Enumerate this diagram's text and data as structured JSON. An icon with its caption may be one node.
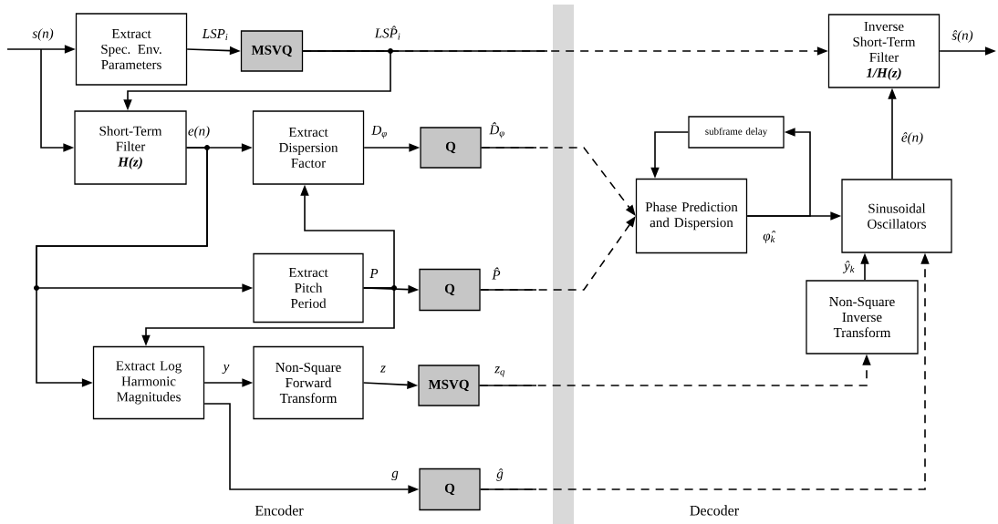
{
  "diagram": {
    "nodes": [
      {
        "text": [
          "Extract Spec. Env. Parameters"
        ]
      },
      {
        "text": [
          "MSVQ"
        ]
      },
      {
        "text": [
          "Short-Term Filter",
          "H(z)"
        ]
      },
      {
        "text": [
          "Extract Dispersion Factor"
        ]
      },
      {
        "text": [
          "Q"
        ]
      },
      {
        "text": [
          "Extract Pitch Period"
        ]
      },
      {
        "text": [
          "Q"
        ]
      },
      {
        "text": [
          "Extract Log Harmonic Magnitudes"
        ]
      },
      {
        "text": [
          "Non-Square Forward Transform"
        ]
      },
      {
        "text": [
          "MSVQ"
        ]
      },
      {
        "text": [
          "Q"
        ]
      },
      {
        "text": [
          "Inverse Short-Term Filter",
          "1/H(z)"
        ]
      },
      {
        "text": [
          "subframe delay"
        ]
      },
      {
        "text": [
          "Phase Prediction and Dispersion"
        ]
      },
      {
        "text": [
          "Sinusoidal Oscillators"
        ]
      },
      {
        "text": [
          "Non-Square Inverse Transform"
        ]
      }
    ],
    "edges": [
      {
        "from": null,
        "to": 0,
        "arrow": "to",
        "label": "s(n)"
      },
      {
        "from": null,
        "to": 2,
        "arrow": "to"
      },
      {
        "from": 0,
        "to": 1,
        "arrow": "to",
        "label": "LSP$_{i}$"
      },
      {
        "from": 1,
        "to": 11,
        "arrow": "to",
        "label": "LSP̂$_{i}$",
        "style": "dashed"
      },
      {
        "from": 1,
        "to": 2,
        "arrow": "to"
      },
      {
        "from": 2,
        "to": 3,
        "arrow": "to",
        "label": "e(n)"
      },
      {
        "from": 2,
        "to": 7,
        "arrow": "to"
      },
      {
        "from": 2,
        "to": 5,
        "arrow": "to"
      },
      {
        "from": 3,
        "to": 4,
        "arrow": "to",
        "label": "D$_{φ}$"
      },
      {
        "from": 4,
        "to": 13,
        "arrow": "to",
        "label": "D̂$_{φ}$",
        "style": "dashed"
      },
      {
        "from": 5,
        "to": 6,
        "arrow": "to",
        "label": "P"
      },
      {
        "from": 5,
        "to": 3,
        "arrow": "to"
      },
      {
        "from": 5,
        "to": 7,
        "arrow": "to"
      },
      {
        "from": 6,
        "to": 13,
        "arrow": "to",
        "label": "P̂",
        "style": "dashed"
      },
      {
        "from": 7,
        "to": 8,
        "arrow": "to",
        "label": "y"
      },
      {
        "from": 7,
        "to": 10,
        "arrow": "to",
        "label": "g"
      },
      {
        "from": 8,
        "to": 9,
        "arrow": "to",
        "label": "z"
      },
      {
        "from": 9,
        "to": 15,
        "arrow": "to",
        "label": "z$_{q}$",
        "style": "dashed"
      },
      {
        "from": 10,
        "to": 14,
        "arrow": "to",
        "label": "ĝ",
        "style": "dashed"
      },
      {
        "from": 11,
        "to": null,
        "arrow": "to",
        "label": "ŝ(n)"
      },
      {
        "from": 14,
        "to": 11,
        "arrow": "to",
        "label": "ê(n)"
      },
      {
        "from": 13,
        "to": 14,
        "arrow": "to",
        "label": "φ̂$_{k}$"
      },
      {
        "from": 13,
        "to": 12,
        "arrow": "to"
      },
      {
        "from": 12,
        "to": 13,
        "arrow": "to"
      },
      {
        "from": 15,
        "to": 14,
        "arrow": "to",
        "label": "ŷ$_{k}$"
      }
    ],
    "labels": [
      "Encoder",
      "Decoder"
    ]
  }
}
